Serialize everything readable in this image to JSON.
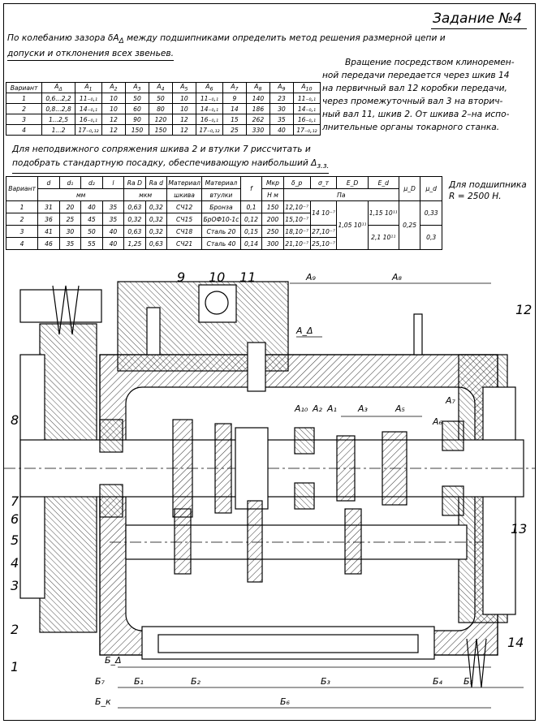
{
  "title": "Задание №4",
  "intro": [
    "По колебанию зазора δA",
    "Δ",
    " между подшипниками определить метод решения размерной цепи и",
    "допуски и отклонения всех звеньев."
  ],
  "description": [
    "Вращение посредством клиноремен-",
    "ной передачи передается через шкив 14",
    "на первичный вал 12 коробки передачи,",
    "через промежуточный вал 3 на вторич-",
    "ный вал 11, шкив 2. От шкива 2–на испо-",
    "лнительные органы токарного станка."
  ],
  "table1": {
    "headers": [
      "Вариант",
      "A",
      "A",
      "A",
      "A",
      "A",
      "A",
      "A",
      "A",
      "A",
      "A",
      "A"
    ],
    "subs": [
      "",
      "Δ",
      "1",
      "2",
      "3",
      "4",
      "5",
      "6",
      "7",
      "8",
      "9",
      "10"
    ],
    "rows": [
      [
        "1",
        "0,6...2,2",
        "11₋₀,₁",
        "10",
        "50",
        "50",
        "10",
        "11₋₀,₁",
        "9",
        "140",
        "23",
        "11₋₀,₁"
      ],
      [
        "2",
        "0,8...2,8",
        "14₋₀,₁",
        "10",
        "60",
        "80",
        "10",
        "14₋₀,₁",
        "14",
        "186",
        "30",
        "14₋₀,₁"
      ],
      [
        "3",
        "1...2,5",
        "16₋₀,₁",
        "12",
        "90",
        "120",
        "12",
        "16₋₀,₁",
        "15",
        "262",
        "35",
        "16₋₀,₁"
      ],
      [
        "4",
        "1...2",
        "17₋₀,₁₂",
        "12",
        "150",
        "150",
        "12",
        "17₋₀,₁₂",
        "25",
        "330",
        "40",
        "17₋₀,₁₂"
      ]
    ]
  },
  "task2": [
    "Для неподвижного сопряжения шкива 2 и втулки 7 риссчитать и",
    "подобрать стандартную посадку, обеспечивающую наибольший Δ",
    "з.з."
  ],
  "table2": {
    "headers": [
      "Вариант",
      "d",
      "d₁",
      "d₂",
      "l",
      "Ra D",
      "Ra d",
      "Материал",
      "Материал",
      "f",
      "Мкр",
      "δ_р",
      "σ_т",
      "E_D",
      "E_d",
      "μ_D",
      "μ_d"
    ],
    "headers2": [
      "мм",
      "мкм",
      "шкива",
      "втулки",
      "Н м",
      "Па"
    ],
    "rows": [
      [
        "1",
        "31",
        "20",
        "40",
        "35",
        "0,63",
        "0,32",
        "СЧ12",
        "Бронза",
        "0,1",
        "150",
        "12,10⁻⁷"
      ],
      [
        "2",
        "36",
        "25",
        "45",
        "35",
        "0,32",
        "0,32",
        "СЧ15",
        "БрОФ10-1с",
        "0,12",
        "200",
        "15,10⁻⁷"
      ],
      [
        "3",
        "41",
        "30",
        "50",
        "40",
        "0,63",
        "0,32",
        "СЧ18",
        "Сталь 20",
        "0,15",
        "250",
        "18,10⁻⁷"
      ],
      [
        "4",
        "46",
        "35",
        "55",
        "40",
        "1,25",
        "0,63",
        "СЧ21",
        "Сталь 40",
        "0,14",
        "300",
        "21,10⁻⁷"
      ]
    ],
    "sigma": [
      "14 10⁻⁷",
      "27,10⁻⁷",
      "25,10⁻⁷"
    ],
    "ed": "1,05 10¹¹",
    "edd1": "1,15 10¹¹",
    "edd2": "2,1 10¹¹",
    "mud": "0,25",
    "mud1": "0,33",
    "mud2": "0,3"
  },
  "bearing_note": [
    "Для подшипника",
    "R = 2500 Н."
  ],
  "drawing": {
    "callouts": [
      "9",
      "10",
      "11",
      "12",
      "8",
      "7",
      "6",
      "5",
      "4",
      "3",
      "2",
      "1",
      "13",
      "14"
    ],
    "dims_top": [
      "A₉",
      "A₈",
      "A_Δ",
      "A₁₀",
      "A₂",
      "A₁",
      "A₃",
      "A₅",
      "A₇",
      "A₆"
    ],
    "dims_bottom": [
      "Б_Δ",
      "Б₇",
      "Б₁",
      "Б₂",
      "Б₃",
      "Б₄",
      "Б₅",
      "Б_к",
      "Б₆"
    ]
  }
}
